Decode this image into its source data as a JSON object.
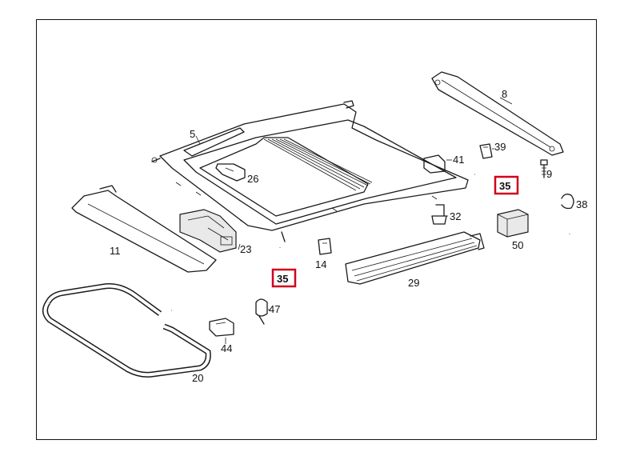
{
  "colors": {
    "highlight": "#d0021b",
    "line": "#1a1a1a",
    "background": "#ffffff"
  },
  "labels": {
    "p5": "5",
    "p8": "8",
    "p9": "9",
    "p11": "11",
    "p14": "14",
    "p20": "20",
    "p23": "23",
    "p26": "26",
    "p29": "29",
    "p32": "32",
    "p35a": "35",
    "p35b": "35",
    "p38": "38",
    "p39": "39",
    "p41": "41",
    "p44": "44",
    "p47": "47",
    "p50": "50"
  }
}
